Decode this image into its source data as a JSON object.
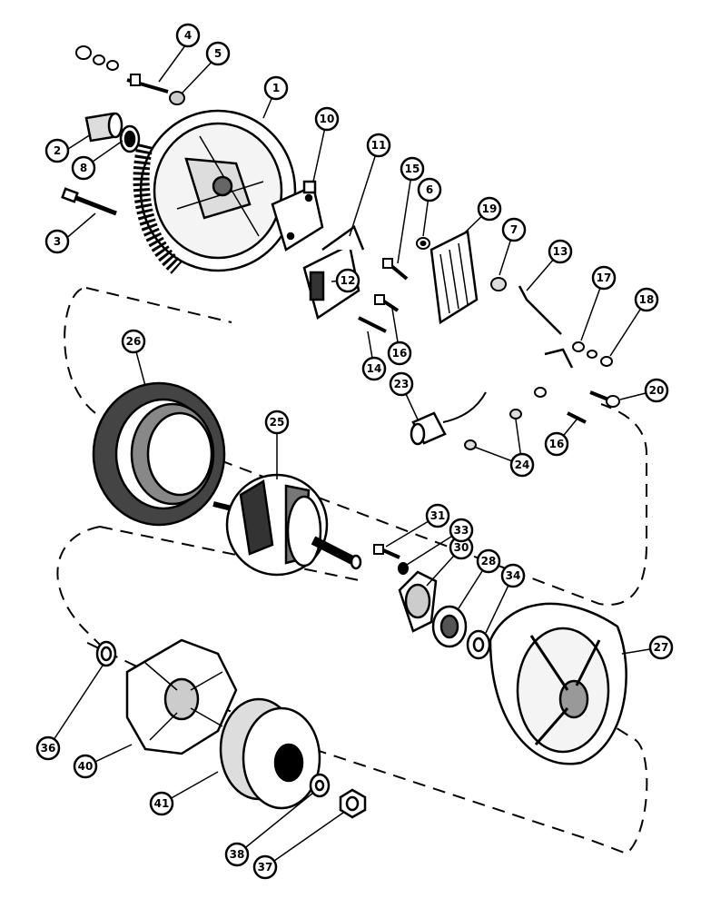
{
  "callouts": [
    {
      "id": "c1",
      "label": "1"
    },
    {
      "id": "c2",
      "label": "2"
    },
    {
      "id": "c3",
      "label": "3"
    },
    {
      "id": "c4",
      "label": "4"
    },
    {
      "id": "c5",
      "label": "5"
    },
    {
      "id": "c6",
      "label": "6"
    },
    {
      "id": "c7",
      "label": "7"
    },
    {
      "id": "c8",
      "label": "8"
    },
    {
      "id": "c10",
      "label": "10"
    },
    {
      "id": "c11",
      "label": "11"
    },
    {
      "id": "c12",
      "label": "12"
    },
    {
      "id": "c13",
      "label": "13"
    },
    {
      "id": "c14",
      "label": "14"
    },
    {
      "id": "c15",
      "label": "15"
    },
    {
      "id": "c16a",
      "label": "16"
    },
    {
      "id": "c16b",
      "label": "16"
    },
    {
      "id": "c17",
      "label": "17"
    },
    {
      "id": "c18",
      "label": "18"
    },
    {
      "id": "c19",
      "label": "19"
    },
    {
      "id": "c20",
      "label": "20"
    },
    {
      "id": "c23",
      "label": "23"
    },
    {
      "id": "c24",
      "label": "24"
    },
    {
      "id": "c25",
      "label": "25"
    },
    {
      "id": "c26",
      "label": "26"
    },
    {
      "id": "c27",
      "label": "27"
    },
    {
      "id": "c28",
      "label": "28"
    },
    {
      "id": "c30",
      "label": "30"
    },
    {
      "id": "c31",
      "label": "31"
    },
    {
      "id": "c33",
      "label": "33"
    },
    {
      "id": "c34",
      "label": "34"
    },
    {
      "id": "c36",
      "label": "36"
    },
    {
      "id": "c37",
      "label": "37"
    },
    {
      "id": "c38",
      "label": "38"
    },
    {
      "id": "c40",
      "label": "40"
    },
    {
      "id": "c41",
      "label": "41"
    }
  ]
}
